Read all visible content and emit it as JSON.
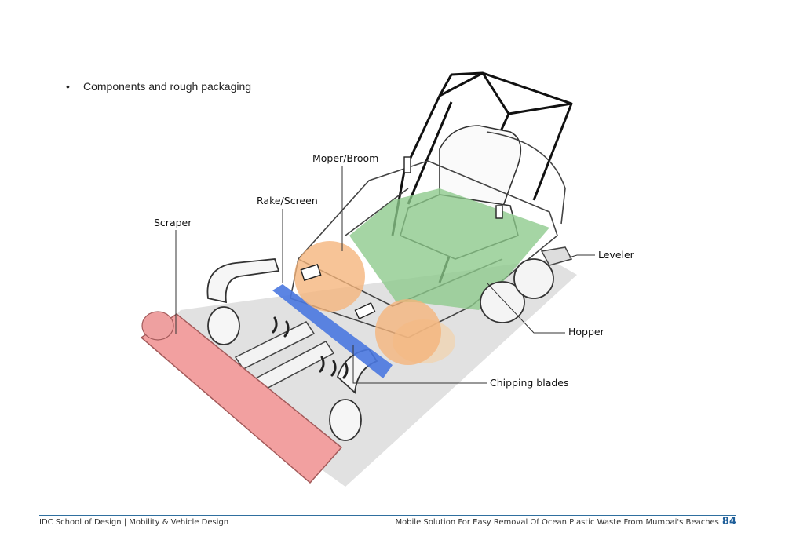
{
  "slide": {
    "bullet": "Components and rough packaging"
  },
  "labels": {
    "moper": "Moper/Broom",
    "rake": "Rake/Screen",
    "scraper": "Scraper",
    "leveler": "Leveler",
    "hopper": "Hopper",
    "chipping": "Chipping blades"
  },
  "footer": {
    "left": "IDC School of Design | Mobility & Vehicle Design",
    "right": "Mobile Solution For Easy Removal Of Ocean Plastic Waste From Mumbai's Beaches",
    "page": "84"
  },
  "colors": {
    "scraper": "#f2a0a0",
    "rake": "#4a78e0",
    "broom": "#f5b37a",
    "hopper": "#8cc98a",
    "accent": "#1f5f9a"
  }
}
